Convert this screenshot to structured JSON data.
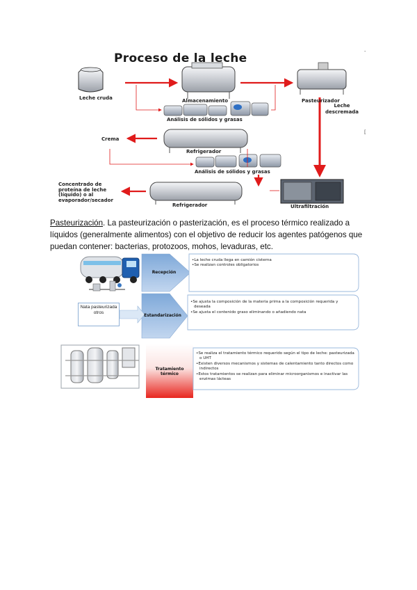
{
  "diagram": {
    "title": "Proceso de la leche",
    "nodes": {
      "leche_cruda": "Leche cruda",
      "almacenamiento": "Almacenamiento",
      "pasteurizador": "Pasteurizador",
      "analisis1": "Análisis de sólidos y grasas",
      "leche_descremada_1": "Leche",
      "leche_descremada_2": "descremada",
      "crema": "Crema",
      "refrigerador1": "Refrigerador",
      "analisis2": "Análisis de sólidos y grasas",
      "concentrado_1": "Concentrado de",
      "concentrado_2": "proteína de leche",
      "concentrado_3": "(líquido) o al",
      "concentrado_4": "evaporador/secador",
      "refrigerador2": "Refrigerador",
      "ultrafiltracion": "Ultrafiltración"
    }
  },
  "paragraph": {
    "term": "Pasteurización",
    "text": ". La pasteurización o pasterización, es el proceso térmico realizado a líquidos (generalmente alimentos) con el objetivo de reducir los agentes patógenos que puedan contener: bacterias, protozoos, mohos, levaduras, etc."
  },
  "process": {
    "colors": {
      "arrow": "#9dbfe3",
      "bubble_border": "#9ab8dc",
      "heat_top": "#ffffff",
      "heat_bottom": "#e8261f"
    },
    "nata_box": "Nata pasteurizada otros",
    "stages": [
      {
        "name": "Recepción",
        "bullets": [
          "La leche cruda llega en camión cisterna",
          "Se realizan controles obligatorios"
        ]
      },
      {
        "name": "Estandarización",
        "bullets": [
          "Se ajusta la composición de la materia prima a la composición requerida y deseada",
          "Se ajusta el contenido graso eliminando o añadiendo nata"
        ]
      },
      {
        "name": "Tratamiento térmico",
        "bullets": [
          "Se realiza el tratamiento térmico requerido según el tipo de leche: pasteurizada o UHT",
          "Existen diversos mecanismos y sistemas de calentamiento tanto directos como indirectos",
          "Estos tratamientos se realizan para eliminar microorganismos e inactivar las enzimas lácteas"
        ]
      }
    ]
  }
}
